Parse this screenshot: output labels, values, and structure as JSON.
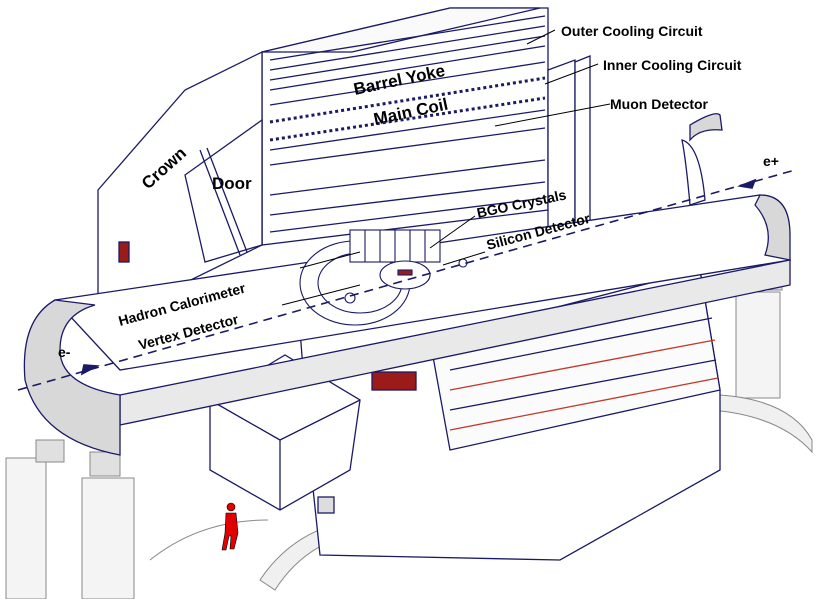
{
  "labels": {
    "outer_cooling": "Outer Cooling Circuit",
    "inner_cooling": "Inner Cooling Circuit",
    "muon_detector": "Muon Detector",
    "barrel_yoke": "Barrel Yoke",
    "main_coil": "Main Coil",
    "crown": "Crown",
    "door": "Door",
    "bgo_crystals": "BGO Crystals",
    "silicon_detector": "Silicon Detector",
    "hadron_calorimeter": "Hadron Calorimeter",
    "vertex_detector": "Vertex Detector",
    "electron": "e-",
    "positron": "e+"
  },
  "colors": {
    "line": "#1a1a66",
    "accent_red": "#9b1b1b",
    "beam_pipe_fill": "#e9e9e9",
    "person": "#e00000"
  }
}
